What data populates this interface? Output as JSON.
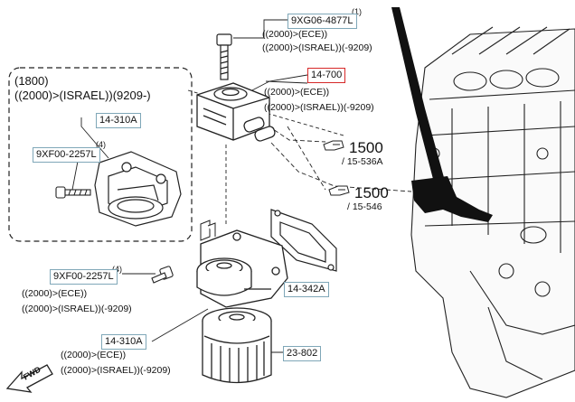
{
  "parts": {
    "bolt_top": {
      "qty": "(1)",
      "part_no": "9XG06-4877L"
    },
    "oil_cooler": {
      "part_no": "14-700"
    },
    "inset": {
      "header": "(1800)",
      "header_note": "((2000)>(ISRAEL))(9209-)",
      "housing_no": "14-310A",
      "bolt_qty": "(4)",
      "bolt_no": "9XF00-2257L"
    },
    "bolt_left": {
      "qty": "(4)",
      "part_no": "9XF00-2257L"
    },
    "gasket": {
      "part_no": "14-342A"
    },
    "housing": {
      "part_no": "14-310A"
    },
    "filter": {
      "part_no": "23-802"
    }
  },
  "notes": {
    "ece": "((2000)>(ECE))",
    "israel": "((2000)>(ISRAEL))(-9209)"
  },
  "refs": [
    {
      "num": "1500",
      "sub": "/ 15-536A"
    },
    {
      "num": "1500",
      "sub": "/ 15-546"
    }
  ],
  "fwd": "FWD",
  "icons": [
    "hand-pointer-icon",
    "fwd-arrow-icon"
  ]
}
